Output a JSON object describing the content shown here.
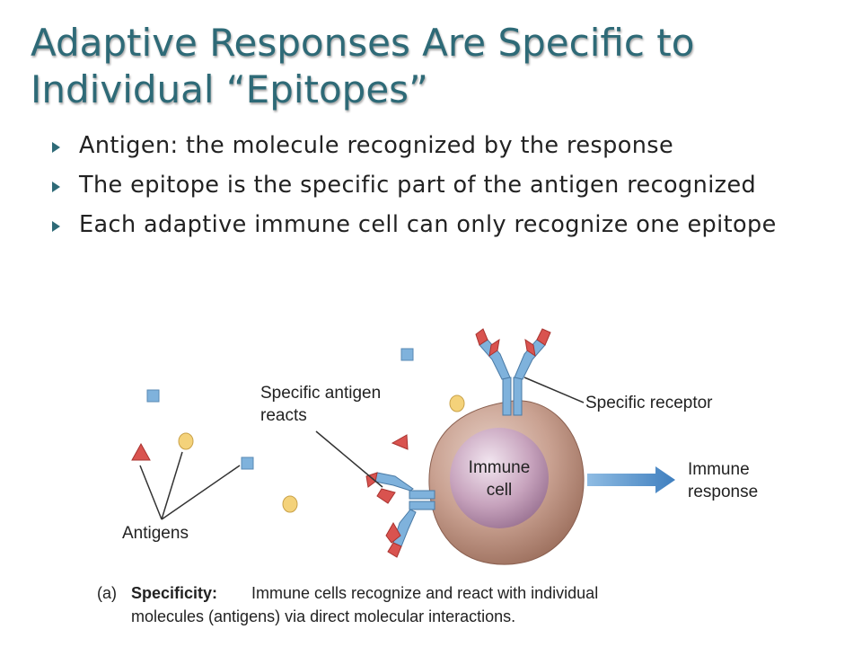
{
  "slide": {
    "title": "Adaptive Responses Are Specific to Individual “Epitopes”",
    "bullets": [
      "Antigen: the molecule recognized by the response",
      "The epitope is the specific part of the antigen recognized",
      "Each adaptive immune cell can only recognize one epitope"
    ]
  },
  "figure": {
    "labels": {
      "specific_antigen_line1": "Specific antigen",
      "specific_antigen_line2": "reacts",
      "specific_receptor": "Specific receptor",
      "immune_cell_line1": "Immune",
      "immune_cell_line2": "cell",
      "immune_response_line1": "Immune",
      "immune_response_line2": "response",
      "antigens": "Antigens"
    },
    "caption": {
      "panel_letter": "(a)",
      "bold_term": "Specificity:",
      "line1_rest": "Immune cells recognize and react with individual",
      "line2": "molecules (antigens) via direct molecular interactions."
    },
    "colors": {
      "title": "#2e6a77",
      "receptor_blue": "#7fb2dc",
      "receptor_red": "#d9534f",
      "antigen_yellow": "#f4d27a",
      "cell": "#b88d78",
      "arrow": "#4f8fc9"
    }
  }
}
